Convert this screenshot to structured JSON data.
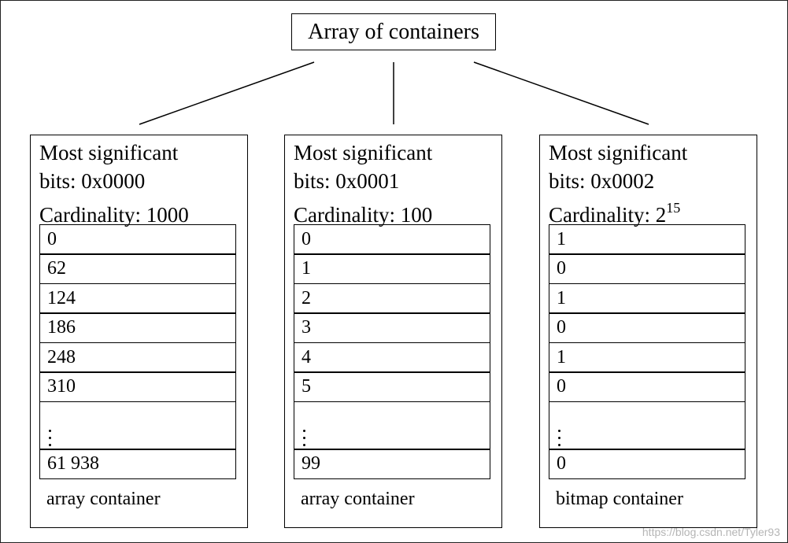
{
  "root_label": "Array of containers",
  "containers": [
    {
      "line1": "Most significant",
      "line2": "bits: 0x0000",
      "cardinality_label": "Cardinality: 1000",
      "cardinality_exp": "",
      "cells": [
        "0",
        "62",
        "124",
        "186",
        "248",
        "310",
        "⋮",
        "61 938"
      ],
      "type_label": "array container"
    },
    {
      "line1": "Most significant",
      "line2": "bits: 0x0001",
      "cardinality_label": "Cardinality: 100",
      "cardinality_exp": "",
      "cells": [
        "0",
        "1",
        "2",
        "3",
        "4",
        "5",
        "⋮",
        "99"
      ],
      "type_label": "array container"
    },
    {
      "line1": "Most significant",
      "line2": "bits: 0x0002",
      "cardinality_label": "Cardinality: 2",
      "cardinality_exp": "15",
      "cells": [
        "1",
        "0",
        "1",
        "0",
        "1",
        "0",
        "⋮",
        "0"
      ],
      "type_label": "bitmap container"
    }
  ],
  "watermark": "https://blog.csdn.net/Tyler93"
}
